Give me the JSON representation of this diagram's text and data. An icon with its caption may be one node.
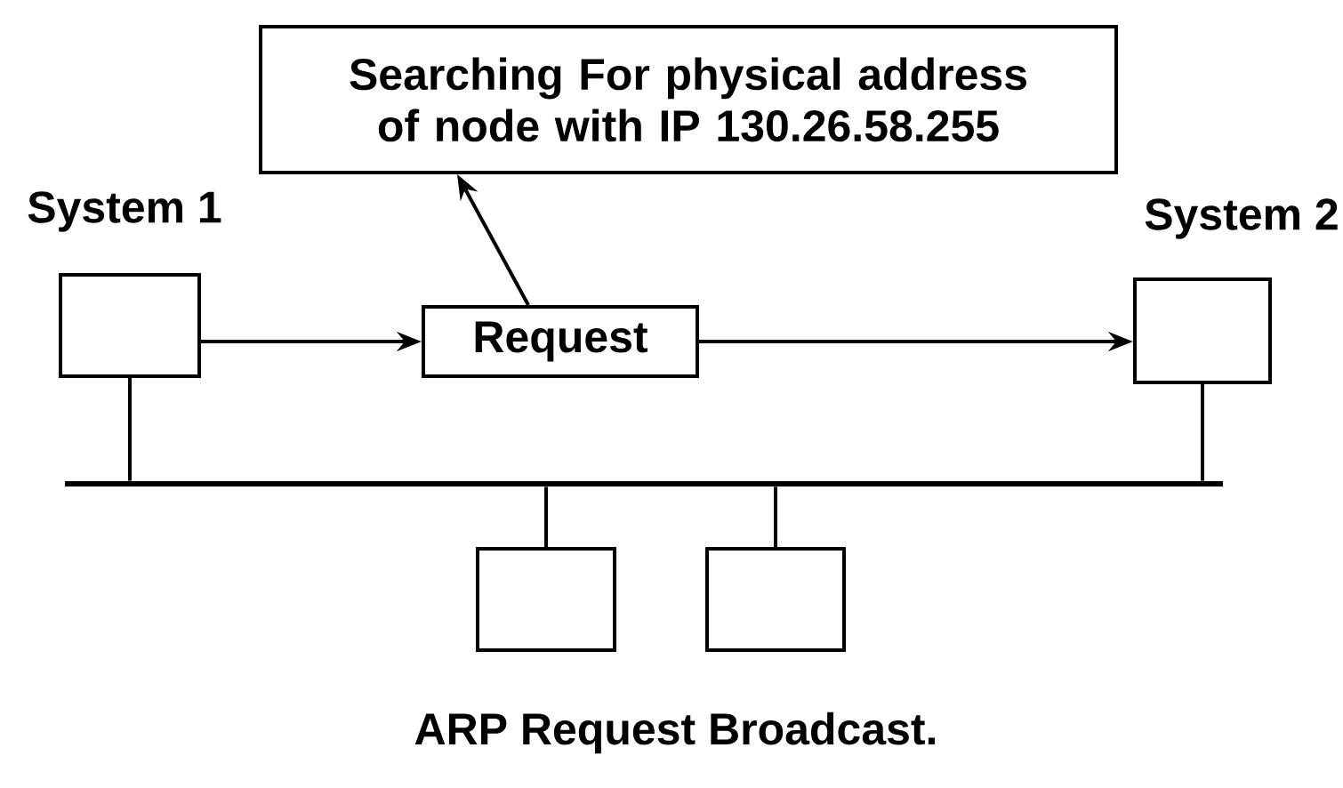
{
  "diagram": {
    "caption": "ARP Request Broadcast.",
    "nodes": [
      {
        "text": [
          "Searching For physical address of node with IP 130.26.58.255"
        ]
      },
      {
        "text": [],
        "shape": "box",
        "beside": [
          "System 1"
        ]
      },
      {
        "text": [
          "Request"
        ]
      },
      {
        "text": [],
        "shape": "box",
        "beside": [
          "System 2"
        ]
      },
      {
        "text": [],
        "shape": "bar"
      },
      {
        "text": [],
        "shape": "box"
      },
      {
        "text": [],
        "shape": "box"
      }
    ],
    "edges": [
      {
        "from": 1,
        "to": 2,
        "arrow": "to"
      },
      {
        "from": 2,
        "to": 3,
        "arrow": "to"
      },
      {
        "from": 2,
        "to": 0,
        "arrow": "to"
      },
      {
        "from": 1,
        "to": 4,
        "arrow": "none"
      },
      {
        "from": 3,
        "to": 4,
        "arrow": "none"
      },
      {
        "from": 4,
        "to": 5,
        "arrow": "none"
      },
      {
        "from": 4,
        "to": 6,
        "arrow": "none"
      }
    ]
  }
}
